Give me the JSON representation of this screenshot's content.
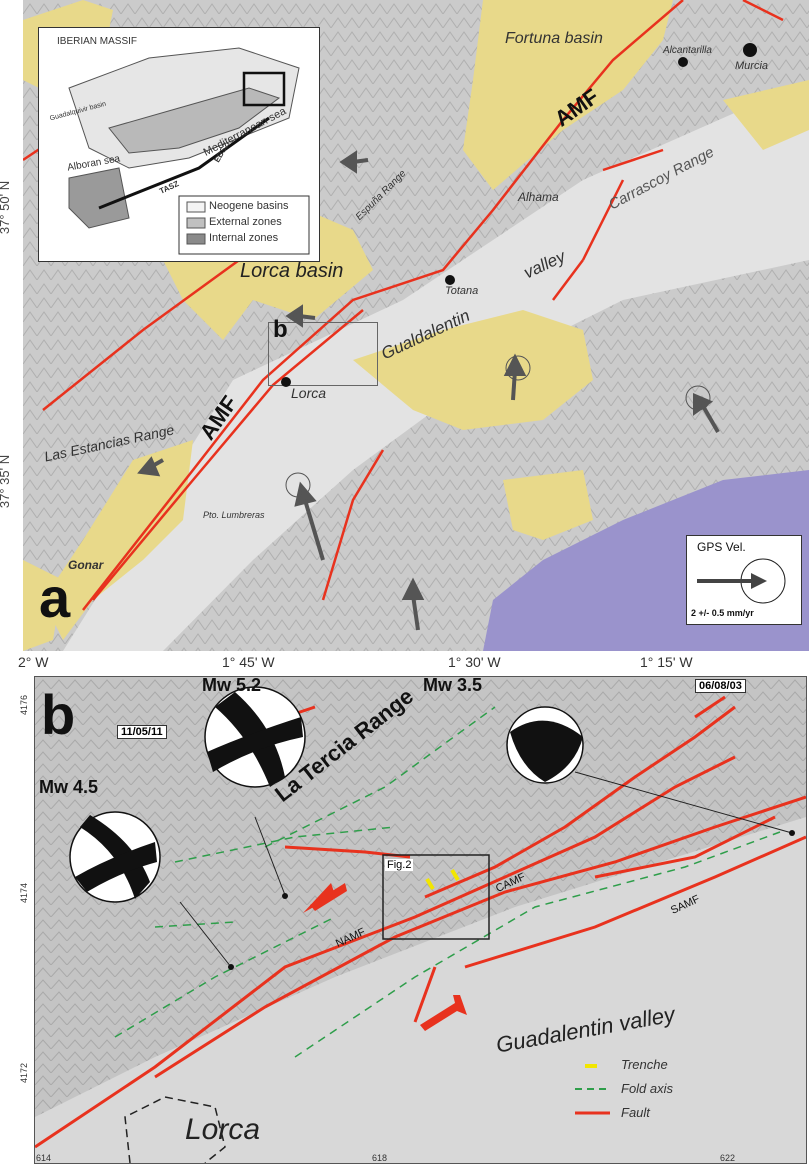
{
  "panel_a": {
    "panel_letter": "a",
    "inset": {
      "labels": {
        "iberian_massif": "IBERIAN MASSIF",
        "guadalquivir_basin": "Guadalquivir basin",
        "alboran_sea": "Alboran sea",
        "mediterranean_sea": "Mediterranean sea",
        "ebsz": "EBSZ",
        "tasz": "TASZ"
      },
      "legend": [
        "Neogene basins",
        "External zones",
        "Internal zones"
      ]
    },
    "place_labels": {
      "fortuna_basin": "Fortuna basin",
      "alcantarilla": "Alcantarilla",
      "murcia": "Murcia",
      "amf_north": "AMF",
      "amf_south": "AMF",
      "alhama": "Alhama",
      "carrascoy_range": "Carrascoy Range",
      "espuna_range": "Espuña Range",
      "lorca_basin": "Lorca basin",
      "totana": "Totana",
      "valley": "valley",
      "gualdalentin": "Gualdalentin",
      "b_box": "b",
      "lorca": "Lorca",
      "las_estancias": "Las Estancias Range",
      "pto_lumbreras": "Pto. Lumbreras",
      "gonar": "Gonar"
    },
    "lat_labels": [
      "37° 50' N",
      "37° 35' N"
    ],
    "lon_labels": [
      "2° W",
      "1° 45' W",
      "1° 30' W",
      "1° 15' W"
    ],
    "gps_legend": {
      "title": "GPS Vel.",
      "scale": "2 +/- 0.5 mm/yr"
    }
  },
  "panel_b": {
    "panel_letter": "b",
    "events": [
      {
        "mag": "Mw 5.2",
        "date": "11/05/11"
      },
      {
        "mag": "Mw 3.5",
        "date": "06/08/03"
      },
      {
        "mag": "Mw 4.5",
        "date": ""
      }
    ],
    "labels": {
      "range": "La Tercia Range",
      "fig2": "Fig.2",
      "namf": "NAMF",
      "camf": "CAMF",
      "samf": "SAMF",
      "valley": "Guadalentin  valley",
      "lorca": "Lorca"
    },
    "y_ticks": [
      "4176",
      "4174",
      "4172"
    ],
    "x_ticks": [
      "614",
      "618",
      "622"
    ],
    "legend": [
      {
        "label": "Trenche",
        "color": "#f2e600"
      },
      {
        "label": "Fold axis",
        "color": "#2e9e4a"
      },
      {
        "label": "Fault",
        "color": "#e8321e"
      }
    ]
  },
  "colors": {
    "basin": "#e8d98a",
    "relief": "#c9c9c9",
    "sea": "#9a93cc",
    "fault": "#e8321e",
    "fold": "#2e9e4a"
  }
}
